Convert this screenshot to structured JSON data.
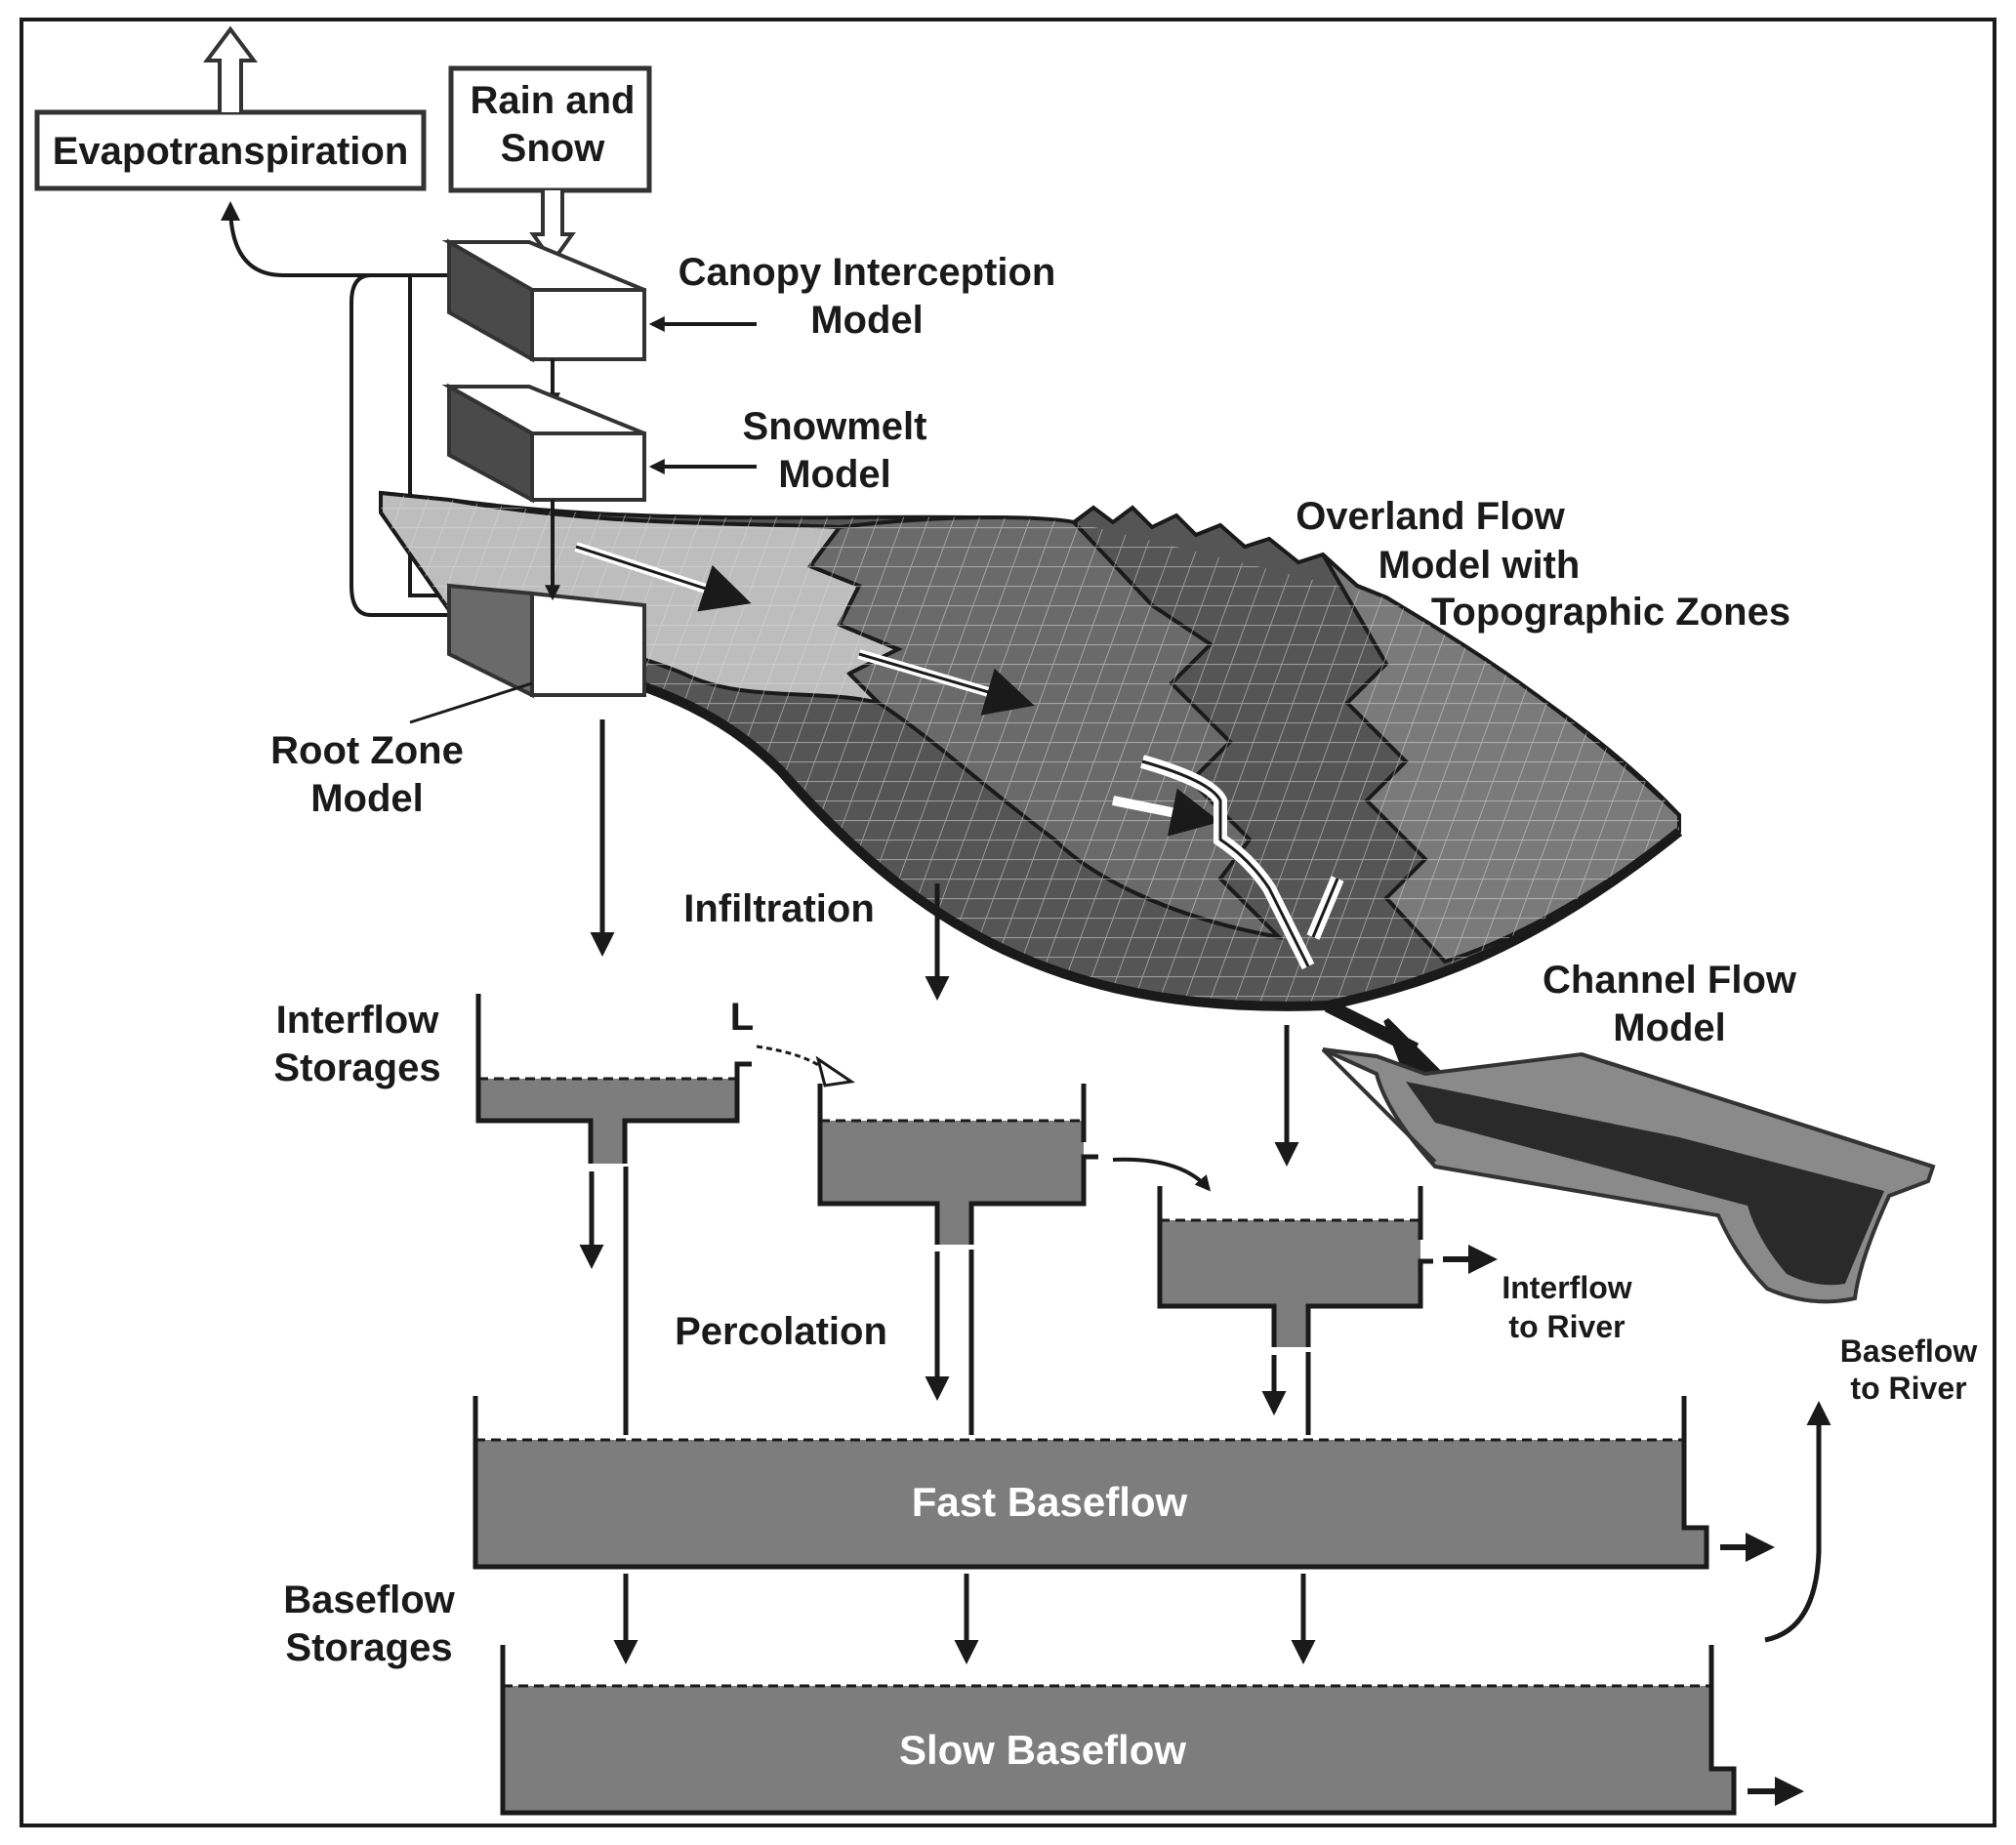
{
  "colors": {
    "background": "#ffffff",
    "water": "#7d7d7d",
    "water_dark": "#3a3a3a",
    "line": "#1a1a1a",
    "surface_light": "#bdbdbd",
    "surface_dark": "#5a5a5a"
  },
  "labels": {
    "evapotranspiration": "Evapotranspiration",
    "rain_line1": "Rain and",
    "rain_line2": "Snow",
    "canopy_line1": "Canopy Interception",
    "canopy_line2": "Model",
    "snowmelt_line1": "Snowmelt",
    "snowmelt_line2": "Model",
    "overland_line1": "Overland Flow",
    "overland_line2": "Model with",
    "overland_line3": "Topographic Zones",
    "rootzone_line1": "Root Zone",
    "rootzone_line2": "Model",
    "infiltration": "Infiltration",
    "interflow_storages_line1": "Interflow",
    "interflow_storages_line2": "Storages",
    "channel_line1": "Channel Flow",
    "channel_line2": "Model",
    "interflow_river_line1": "Interflow",
    "interflow_river_line2": "to River",
    "baseflow_river_line1": "Baseflow",
    "baseflow_river_line2": "to River",
    "percolation": "Percolation",
    "fast_baseflow": "Fast Baseflow",
    "baseflow_storages_line1": "Baseflow",
    "baseflow_storages_line2": "Storages",
    "slow_baseflow": "Slow Baseflow"
  }
}
